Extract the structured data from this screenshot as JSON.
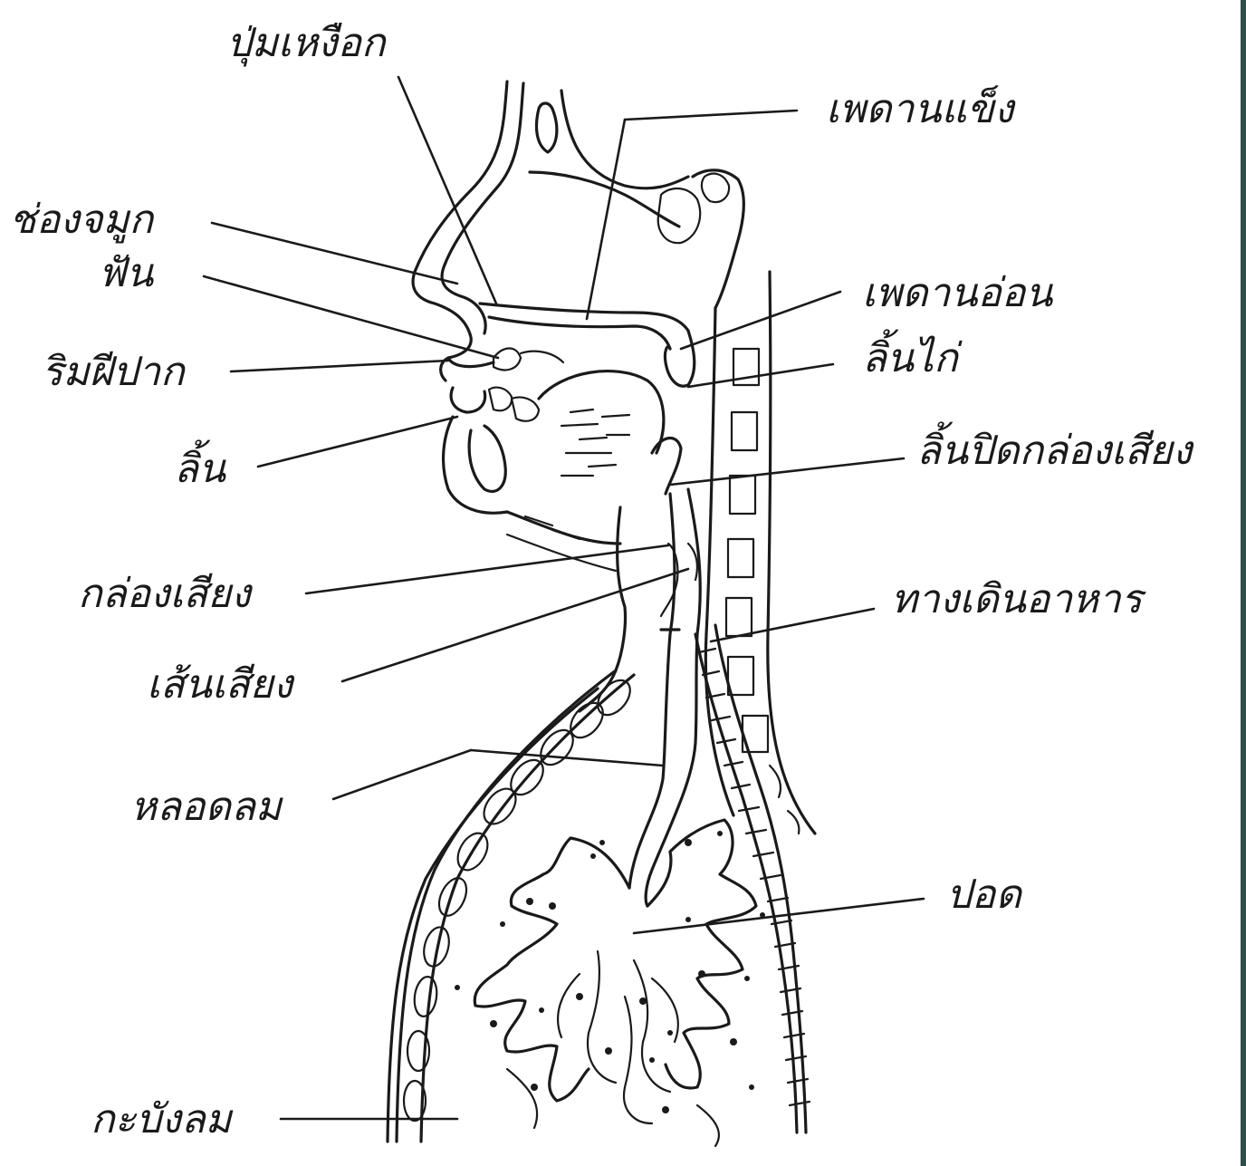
{
  "labels": {
    "gum_ridge": "ปุ่มเหงือก",
    "hard_palate": "เพดานแข็ง",
    "nasal_cavity": "ช่องจมูก",
    "teeth": "ฟัน",
    "soft_palate": "เพดานอ่อน",
    "uvula": "ลิ้นไก่",
    "lips": "ริมฝีปาก",
    "tongue": "ลิ้น",
    "epiglottis": "ลิ้นปิดกล่องเสียง",
    "larynx": "กล่องเสียง",
    "esophagus": "ทางเดินอาหาร",
    "vocal_cords": "เส้นเสียง",
    "trachea": "หลอดลม",
    "lungs": "ปอด",
    "diaphragm": "กะบังลม"
  },
  "colors": {
    "ink": "#1a1a1a",
    "background": "#ffffff",
    "frame_edge": "#2f4d4a"
  }
}
